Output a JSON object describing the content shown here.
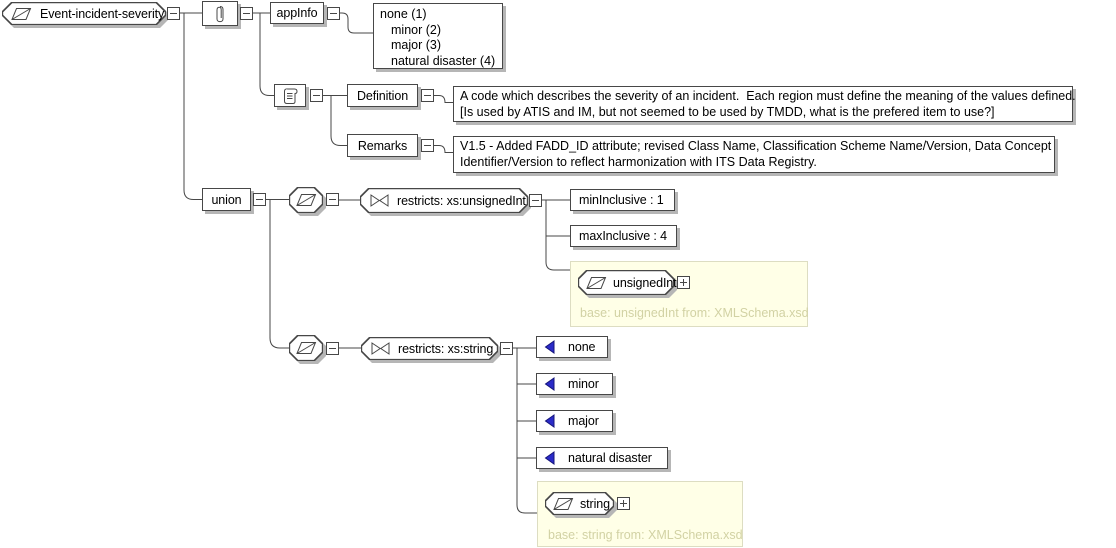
{
  "diagram": {
    "root": {
      "label": "Event-incident-severity"
    },
    "annotation": {
      "appinfo": {
        "label": "appInfo",
        "items": [
          "none (1)",
          "minor (2)",
          "major (3)",
          "natural disaster (4)"
        ]
      },
      "documentation": {
        "definition": {
          "label": "Definition",
          "line1": "A code which describes the severity of an incident.  Each region must define the meaning of the values defined.",
          "line2": "[Is used by ATIS and IM, but not seemed to be used by TMDD, what is the prefered item to use?]"
        },
        "remarks": {
          "label": "Remarks",
          "line1": "V1.5 - Added FADD_ID attribute; revised Class Name, Classification Scheme Name/Version, Data Concept",
          "line2": "Identifier/Version to reflect harmonization with ITS Data Registry."
        }
      }
    },
    "union": {
      "label": "union",
      "unsignedint_branch": {
        "restriction_label": "restricts: xs:unsignedInt",
        "facets": [
          "minInclusive : 1",
          "maxInclusive : 4"
        ],
        "base_label": "unsignedInt",
        "base_caption": "base: unsignedInt from: XMLSchema.xsd"
      },
      "string_branch": {
        "restriction_label": "restricts: xs:string",
        "enums": [
          "none",
          "minor",
          "major",
          "natural disaster"
        ],
        "base_label": "string",
        "base_caption": "base: string from: XMLSchema.xsd"
      }
    },
    "colors": {
      "panel_background": "#FFFFE7",
      "enum_arrow_blue": "#2B2BC8",
      "line_color": "#474747",
      "caption_color": "#D2D2A4"
    }
  }
}
